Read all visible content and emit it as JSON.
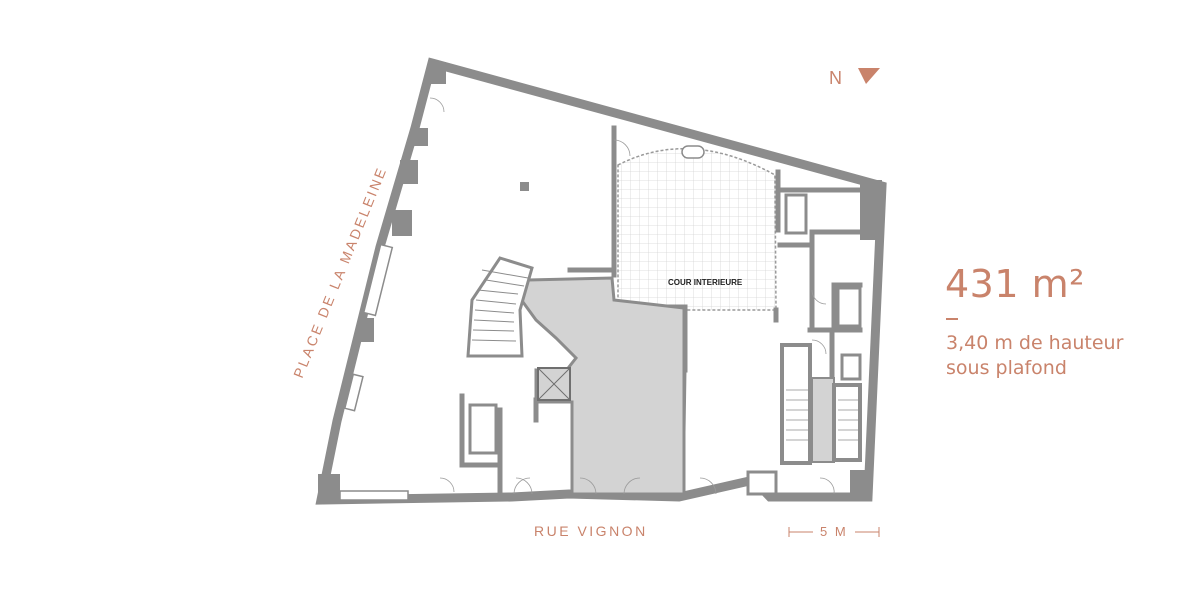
{
  "plan": {
    "court_label": "COUR INTERIEURE"
  },
  "streets": {
    "south": "RUE VIGNON",
    "west": "PLACE DE LA MADELEINE"
  },
  "north_indicator": {
    "label": "N"
  },
  "scale": {
    "label": "5 M"
  },
  "info": {
    "area": "431 m²",
    "height_line1": "3,40 m de hauteur",
    "height_line2": "sous plafond"
  },
  "colors": {
    "accent": "#c9836b",
    "wall": "#8c8c8c",
    "core_fill": "#d3d3d3"
  }
}
